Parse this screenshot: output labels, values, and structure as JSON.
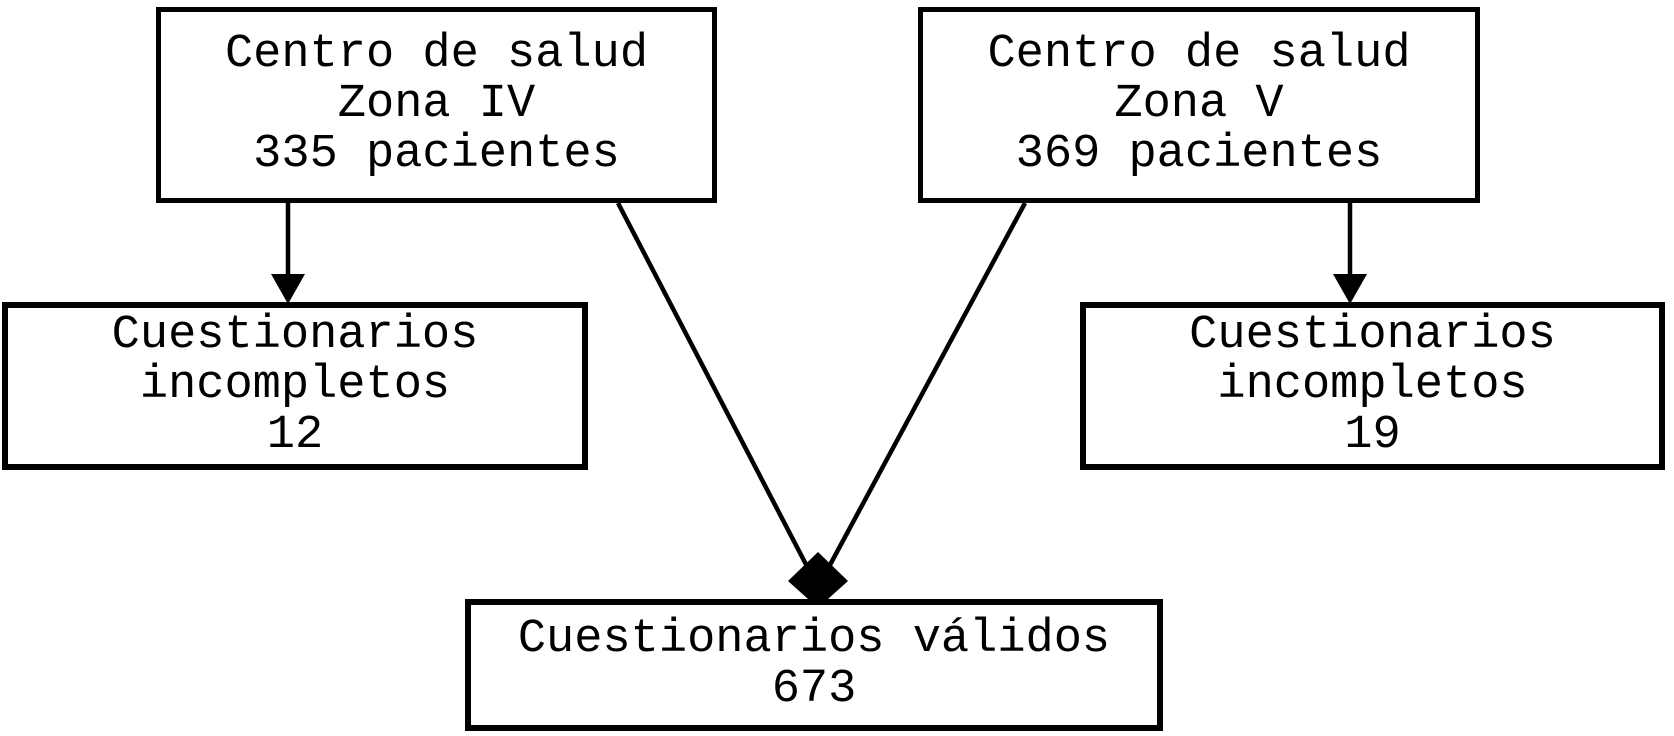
{
  "diagram": {
    "background_color": "#ffffff",
    "line_color": "#000000",
    "nodes": {
      "centro_zona4": {
        "id": "centro-zona-iv",
        "lines": [
          "Centro de salud",
          "Zona IV",
          "335 pacientes"
        ]
      },
      "centro_zona5": {
        "id": "centro-zona-v",
        "lines": [
          "Centro de salud",
          "Zona V",
          "369 pacientes"
        ]
      },
      "incompletos_izq": {
        "id": "cuestionarios-incompletos-zona-iv",
        "lines": [
          "Cuestionarios",
          "incompletos",
          "12"
        ]
      },
      "incompletos_der": {
        "id": "cuestionarios-incompletos-zona-v",
        "lines": [
          "Cuestionarios",
          "incompletos",
          "19"
        ]
      },
      "validos": {
        "id": "cuestionarios-validos",
        "lines": [
          "Cuestionarios válidos",
          "673"
        ]
      }
    },
    "edges": [
      {
        "from": "centro-zona-iv",
        "to": "cuestionarios-incompletos-zona-iv",
        "style": "vertical-arrow"
      },
      {
        "from": "centro-zona-v",
        "to": "cuestionarios-incompletos-zona-v",
        "style": "vertical-arrow"
      },
      {
        "from": "centro-zona-iv",
        "to": "cuestionarios-validos",
        "style": "diagonal-arrow"
      },
      {
        "from": "centro-zona-v",
        "to": "cuestionarios-validos",
        "style": "diagonal-arrow"
      }
    ]
  }
}
